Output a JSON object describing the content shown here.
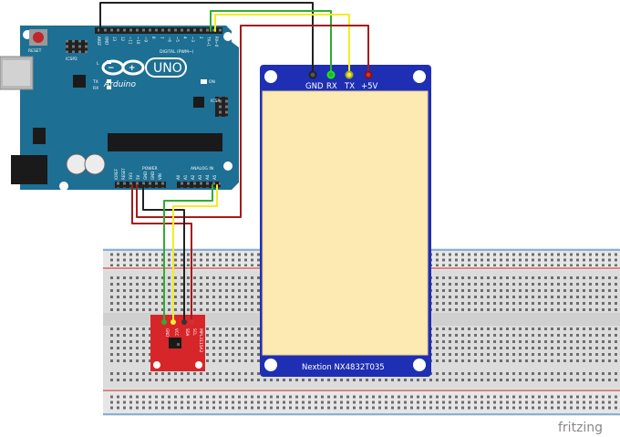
{
  "arduino": {
    "brand": "Arduino",
    "model": "UNO",
    "reset_label": "RESET",
    "icsp2_label": "ICSP2",
    "icsp_label": "ICSP",
    "on_label": "ON",
    "l_label": "L",
    "tx_label": "TX",
    "rx_label": "RX",
    "digital_label": "DIGITAL (PWM~)",
    "analog_label": "ANALOG IN",
    "power_label": "POWER",
    "digital_pins": [
      "AREF",
      "GND",
      "13",
      "12",
      "~11",
      "~10",
      "~9",
      "8",
      "7",
      "~6",
      "~5",
      "4",
      "~3",
      "2",
      "TX→1",
      "RX←0"
    ],
    "power_pins": [
      "IOREF",
      "RESET",
      "3V3",
      "5V",
      "GND",
      "GND",
      "VIN"
    ],
    "analog_pins": [
      "A0",
      "A1",
      "A2",
      "A3",
      "A4",
      "A5"
    ]
  },
  "display": {
    "model_label": "Nextion NX4832T035",
    "pins": [
      "GND",
      "RX",
      "TX",
      "+5V"
    ]
  },
  "sensor": {
    "pins": [
      "GND",
      "VCC",
      "SDA",
      "SCL"
    ],
    "side_label": "MPL3115A2"
  },
  "footer": {
    "brand": "fritzing"
  },
  "colors": {
    "board": "#1d6f93",
    "display_frame": "#1e2fb4",
    "screen": "#fde9b2",
    "sensor": "#d7262a",
    "wire_black": "#222222",
    "wire_green": "#2fae2f",
    "wire_yellow": "#f3ec25",
    "wire_red": "#a51b1b"
  }
}
